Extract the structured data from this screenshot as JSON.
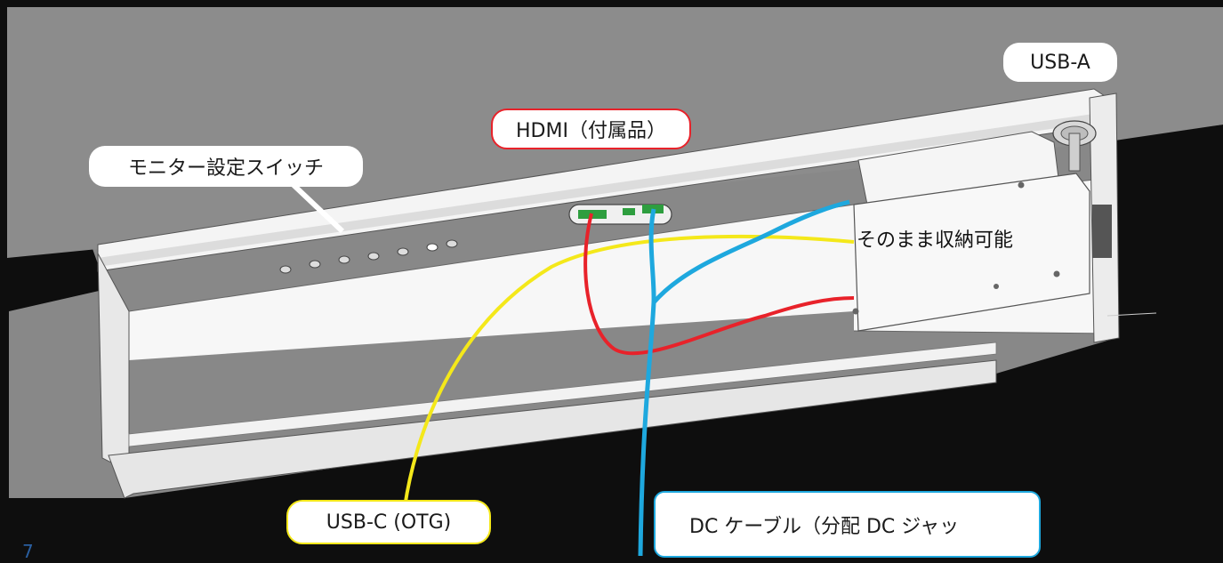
{
  "callouts": {
    "usb_a": "USB-A",
    "hdmi": "HDMI（付属品）",
    "monitor_switch": "モニター設定スイッチ",
    "storage": "そのまま収納可能",
    "usb_c": "USB-C (OTG)",
    "dc_cable": "DC ケーブル（分配 DC ジャッ"
  },
  "page_number": "7",
  "colors": {
    "background_dark": "#101010",
    "wall_gray": "#8a8a8a",
    "hdmi_cable": "#e8222a",
    "usb_c_cable": "#f4e81a",
    "dc_cable": "#1ea8de"
  }
}
